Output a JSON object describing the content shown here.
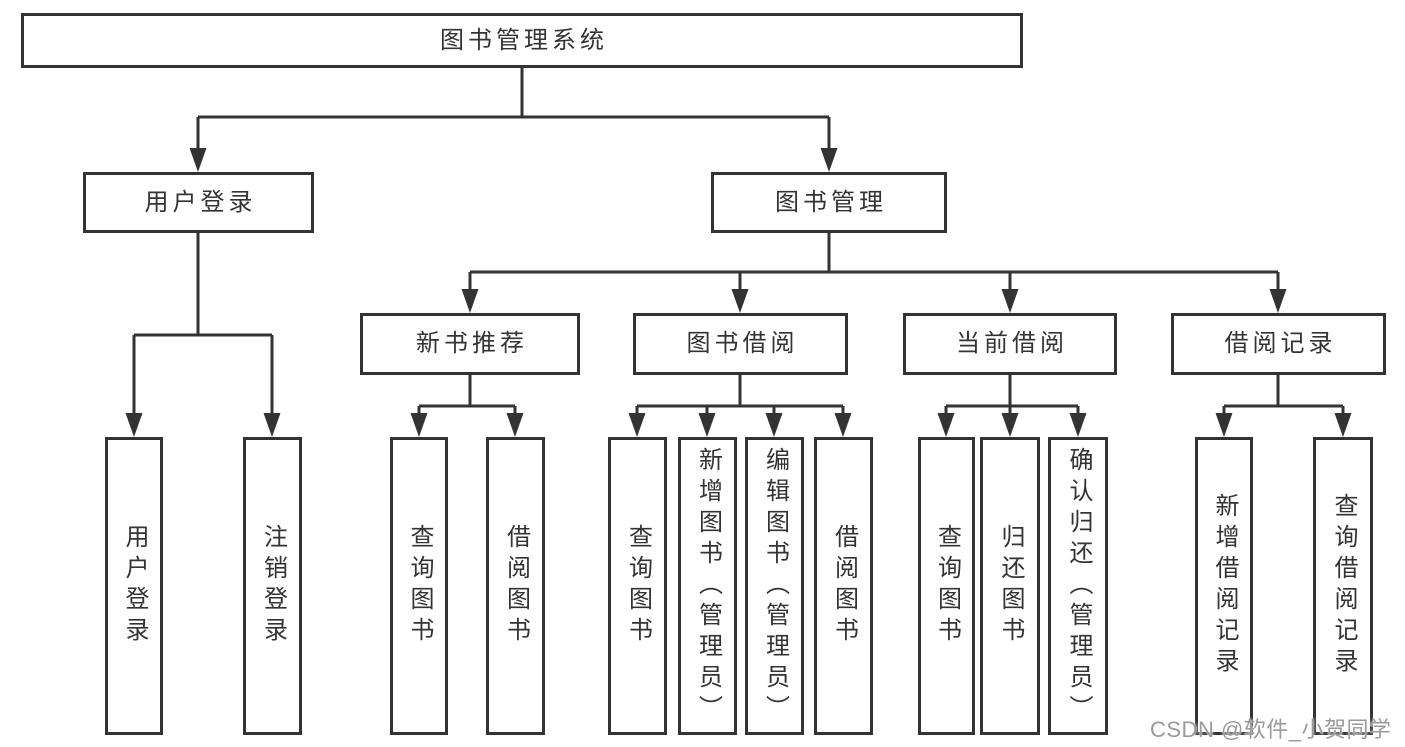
{
  "diagram_title": "图书管理系统",
  "colors": {
    "line": "#333333",
    "text": "#333333",
    "background": "#ffffff",
    "watermark": "#9a9a9a"
  },
  "nodes": {
    "root": "图书管理系统",
    "user_login": "用户登录",
    "book_management": "图书管理",
    "new_book_recommend": "新书推荐",
    "book_borrowing": "图书借阅",
    "current_borrowing": "当前借阅",
    "borrowing_records": "借阅记录",
    "leaf_user_login": "用户登录",
    "leaf_logout": "注销登录",
    "leaf_recommend_query_books": "查询图书",
    "leaf_recommend_borrow_books": "借阅图书",
    "leaf_borrowing_query_books": "查询图书",
    "leaf_borrowing_add_books_admin": "新增图书（管理员）",
    "leaf_borrowing_edit_books_admin": "编辑图书（管理员）",
    "leaf_borrowing_borrow_books": "借阅图书",
    "leaf_current_query_books": "查询图书",
    "leaf_current_return_books": "归还图书",
    "leaf_current_confirm_return_admin": "确认归还（管理员）",
    "leaf_records_add_record": "新增借阅记录",
    "leaf_records_query_record": "查询借阅记录"
  },
  "watermark": {
    "text": "CSDN @软件_小贺同学"
  }
}
